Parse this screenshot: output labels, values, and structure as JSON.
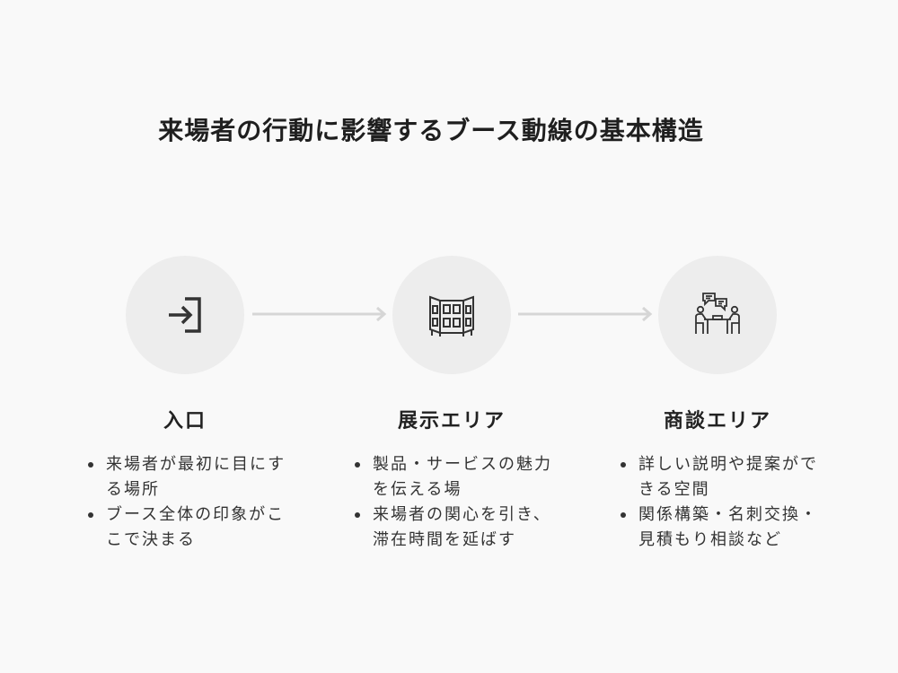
{
  "title": "来場者の行動に影響するブース動線の基本構造",
  "stages": [
    {
      "icon": "entrance-icon",
      "title": "入口",
      "bullets": [
        "来場者が最初に目にする場所",
        "ブース全体の印象がここで決まる"
      ]
    },
    {
      "icon": "exhibit-panels-icon",
      "title": "展示エリア",
      "bullets": [
        "製品・サービスの魅力を伝える場",
        "来場者の関心を引き、滞在時間を延ばす"
      ]
    },
    {
      "icon": "meeting-icon",
      "title": "商談エリア",
      "bullets": [
        "詳しい説明や提案ができる空間",
        "関係構築・名刺交換・見積もり相談など"
      ]
    }
  ],
  "colors": {
    "background": "#f9f9f9",
    "circle": "#ededed",
    "arrow": "#d6d6d6",
    "text": "#222222",
    "icon": "#333333"
  }
}
